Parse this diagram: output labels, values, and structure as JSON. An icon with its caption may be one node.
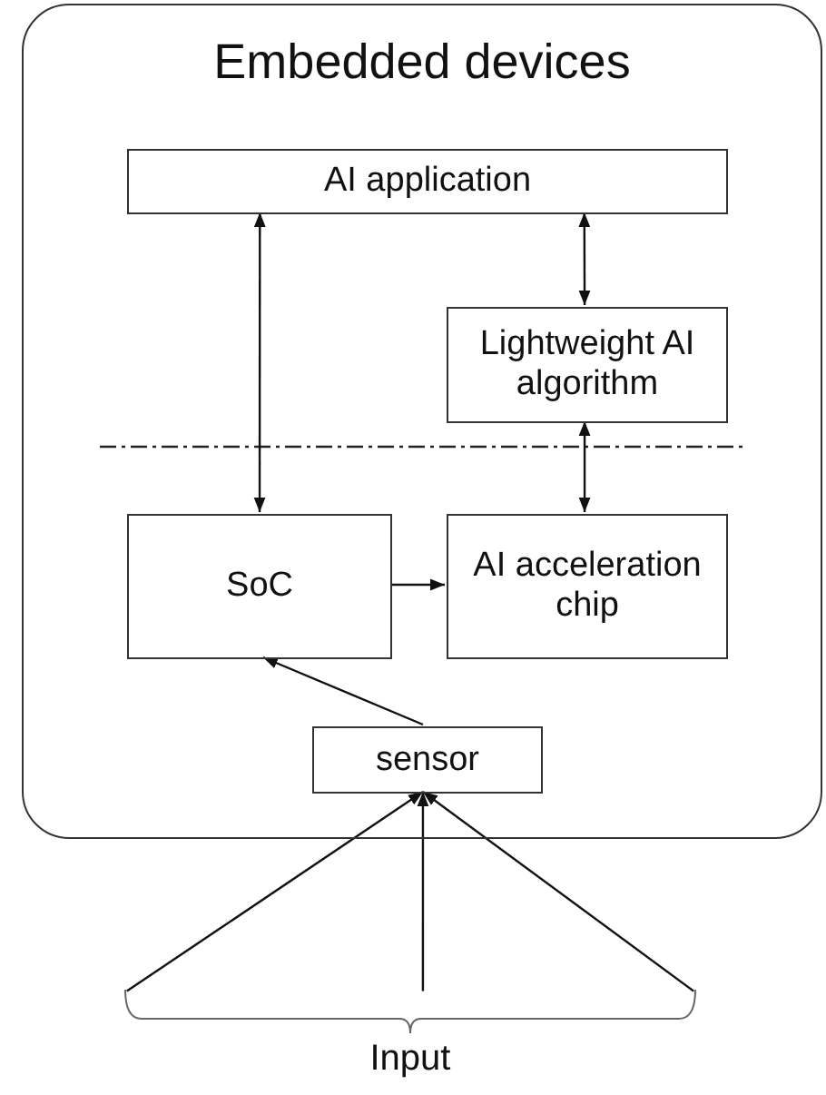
{
  "diagram": {
    "nodes": [
      {
        "text": [
          "Embedded devices"
        ]
      },
      {
        "text": [
          "AI application"
        ],
        "in": 0
      },
      {
        "text": [
          "Lightweight AI algorithm"
        ],
        "in": 0
      },
      {
        "text": [
          "SoC"
        ],
        "in": 0
      },
      {
        "text": [
          "AI acceleration chip"
        ],
        "in": 0
      },
      {
        "text": [
          "sensor"
        ],
        "in": 0
      },
      {
        "text": [
          "Input"
        ]
      }
    ],
    "edges": [
      {
        "from": 1,
        "to": 3,
        "arrow": "both"
      },
      {
        "from": 1,
        "to": 2,
        "arrow": "both"
      },
      {
        "from": 2,
        "to": 4,
        "arrow": "both"
      },
      {
        "from": 3,
        "to": 4,
        "arrow": "to"
      },
      {
        "from": 5,
        "to": 3,
        "arrow": "to"
      },
      {
        "from": 6,
        "to": 5,
        "arrow": "to"
      },
      {
        "from": 6,
        "to": 5,
        "arrow": "to"
      },
      {
        "from": 6,
        "to": 5,
        "arrow": "to"
      }
    ]
  }
}
